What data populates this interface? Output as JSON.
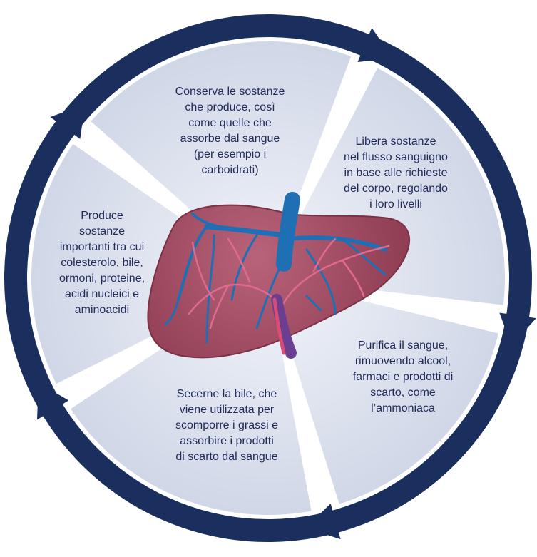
{
  "colors": {
    "ring": "#1b2f5e",
    "segment_fill": "#d6dcea",
    "segment_fill_center": "#eef1f8",
    "text": "#1f2a5a",
    "liver": "#9e4a5e",
    "vein_blue": "#1f6fb5",
    "vessel_pink": "#e06a8e",
    "vessel_purple": "#6a3f8f"
  },
  "segments": [
    {
      "id": "top",
      "text": "Conserva le sostanze\nche produce, così\ncome quelle che\nassorbe dal sangue\n(per esempio i\ncarboidrati)"
    },
    {
      "id": "right",
      "text": "Libera sostanze\nnel flusso sanguigno\nin base alle richieste\ndel corpo, regolando\ni loro livelli"
    },
    {
      "id": "bottom-right",
      "text": "Purifica il sangue,\nrimuovendo alcool,\nfarmaci e prodotti di\nscarto, come\nl’ammoniaca"
    },
    {
      "id": "bottom-left",
      "text": "Secerne la bile, che\nviene utilizzata per\nscomporre i grassi e\nassorbire i prodotti\ndi scarto dal sangue"
    },
    {
      "id": "left",
      "text": "Produce\nsostanze\nimportanti tra cui\ncolesterolo, bile,\normoni, proteine,\nacidi nucleici e\naminoacidi"
    }
  ],
  "center_image": {
    "icon": "liver-icon"
  },
  "cycle_direction": "clockwise"
}
